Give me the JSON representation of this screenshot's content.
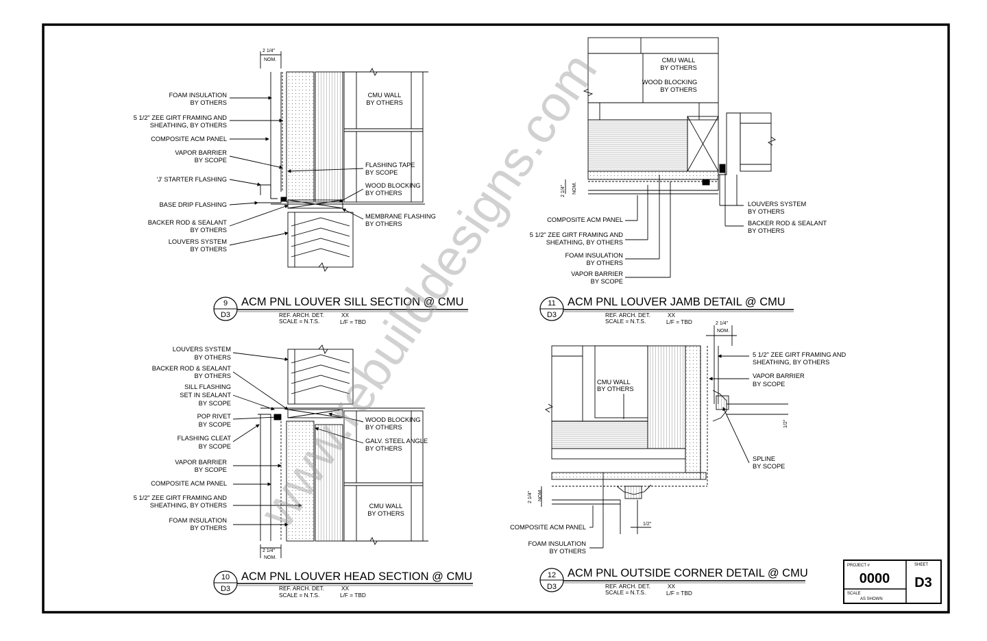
{
  "sheet": {
    "project_label": "PROJECT #",
    "project_number": "0000",
    "sheet_label": "SHEET",
    "sheet_number": "D3",
    "scale_label": "SCALE",
    "scale_value": "AS SHOWN"
  },
  "watermark": "www.rebuilddesigns.com",
  "details": {
    "d9": {
      "number": "9",
      "sheet": "D3",
      "title": "ACM PNL LOUVER SILL SECTION @ CMU",
      "ref": "REF. ARCH. DET.",
      "ref_val": "XX",
      "scale": "SCALE = N.T.S.",
      "lf": "L/F = TBD",
      "dim": "2 1/4\"",
      "dim_nom": "NOM.",
      "labels": [
        [
          "FOAM INSULATION",
          "BY OTHERS"
        ],
        [
          "5 1/2\" ZEE GIRT FRAMING AND",
          "SHEATHING, BY OTHERS"
        ],
        [
          "COMPOSITE ACM PANEL"
        ],
        [
          "VAPOR BARRIER",
          "BY SCOPE"
        ],
        [
          "'J' STARTER FLASHING"
        ],
        [
          "BASE DRIP FLASHING"
        ],
        [
          "BACKER ROD & SEALANT",
          "BY OTHERS"
        ],
        [
          "LOUVERS SYSTEM",
          "BY OTHERS"
        ]
      ],
      "right_labels": [
        [
          "CMU WALL",
          "BY OTHERS"
        ],
        [
          "FLASHING TAPE",
          "BY SCOPE"
        ],
        [
          "WOOD BLOCKING",
          "BY OTHERS"
        ],
        [
          "MEMBRANE FLASHING",
          "BY OTHERS"
        ]
      ]
    },
    "d10": {
      "number": "10",
      "sheet": "D3",
      "title": "ACM PNL  LOUVER  HEAD SECTION @ CMU",
      "ref": "REF. ARCH. DET.",
      "ref_val": "XX",
      "scale": "SCALE = N.T.S.",
      "lf": "L/F = TBD",
      "dim": "2 1/4\"",
      "dim_nom": "NOM.",
      "labels": [
        [
          "LOUVERS SYSTEM",
          "BY OTHERS"
        ],
        [
          "BACKER ROD & SEALANT",
          "BY OTHERS"
        ],
        [
          "SILL FLASHING",
          "SET IN SEALANT",
          "BY SCOPE"
        ],
        [
          "POP RIVET",
          "BY SCOPE"
        ],
        [
          "FLASHING CLEAT",
          "BY SCOPE"
        ],
        [
          "VAPOR BARRIER",
          "BY SCOPE"
        ],
        [
          "COMPOSITE ACM PANEL"
        ],
        [
          "5 1/2\" ZEE GIRT FRAMING AND",
          "SHEATHING, BY OTHERS"
        ],
        [
          "FOAM INSULATION",
          "BY OTHERS"
        ]
      ],
      "right_labels": [
        [
          "WOOD BLOCKING",
          "BY OTHERS"
        ],
        [
          "GALV. STEEL ANGLE",
          "BY OTHERS"
        ],
        [
          "CMU WALL",
          "BY OTHERS"
        ]
      ]
    },
    "d11": {
      "number": "11",
      "sheet": "D3",
      "title": "ACM PNL  LOUVER  JAMB DETAIL @ CMU",
      "ref": "REF. ARCH. DET.",
      "ref_val": "XX",
      "scale": "SCALE = N.T.S.",
      "lf": "L/F = TBD",
      "dim": "2 1/4\"",
      "dim_nom": "NOM.",
      "labels": [
        [
          "CMU WALL",
          "BY OTHERS"
        ],
        [
          "WOOD BLOCKING",
          "BY OTHERS"
        ],
        [
          "COMPOSITE ACM PANEL"
        ],
        [
          "5 1/2\" ZEE GIRT FRAMING AND",
          "SHEATHING, BY OTHERS"
        ],
        [
          "FOAM INSULATION",
          "BY OTHERS"
        ],
        [
          "VAPOR BARRIER",
          "BY SCOPE"
        ],
        [
          "LOUVERS SYSTEM",
          "BY OTHERS"
        ],
        [
          "BACKER ROD & SEALANT",
          "BY OTHERS"
        ]
      ]
    },
    "d12": {
      "number": "12",
      "sheet": "D3",
      "title": "ACM PNL OUTSIDE CORNER DETAIL @ CMU",
      "ref": "REF. ARCH. DET.",
      "ref_val": "XX",
      "scale": "SCALE = N.T.S.",
      "lf": "L/F = TBD",
      "dim": "2 1/4\"",
      "dim_nom": "NOM.",
      "dim_half": "1/2\"",
      "labels": [
        [
          "5 1/2\" ZEE GIRT FRAMING AND",
          "SHEATHING, BY OTHERS"
        ],
        [
          "VAPOR BARRIER",
          "BY SCOPE"
        ],
        [
          "CMU WALL",
          "BY OTHERS"
        ],
        [
          "SPLINE",
          "BY SCOPE"
        ],
        [
          "COMPOSITE ACM PANEL"
        ],
        [
          "FOAM INSULATION",
          "BY OTHERS"
        ]
      ]
    }
  }
}
